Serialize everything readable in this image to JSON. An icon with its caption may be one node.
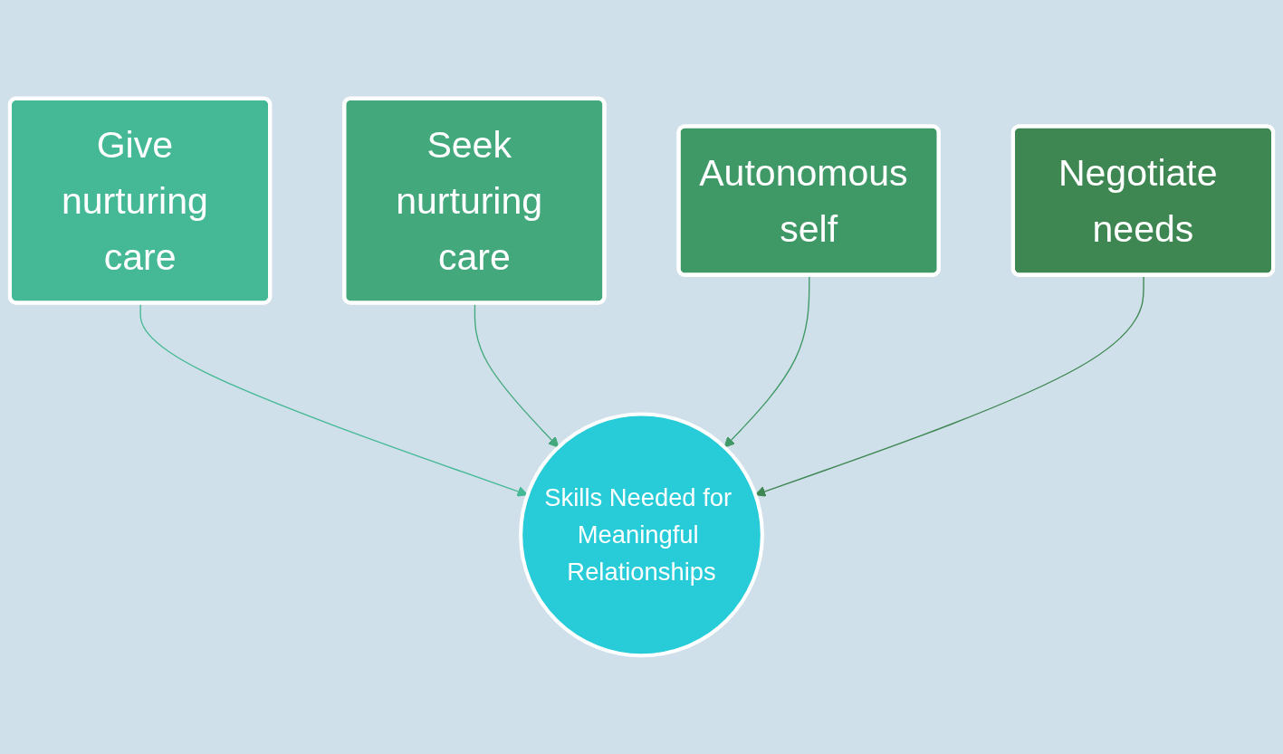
{
  "diagram": {
    "nodes": [
      {
        "text": [
          "Give nurturing care"
        ]
      },
      {
        "text": [
          "Seek nurturing care"
        ]
      },
      {
        "text": [
          "Autonomous self"
        ]
      },
      {
        "text": [
          "Negotiate needs"
        ]
      },
      {
        "text": [
          "Skills Needed for Meaningful Relationships"
        ]
      }
    ],
    "edges": [
      {
        "from": 0,
        "to": 4,
        "arrow": "to",
        "color": "#45b995"
      },
      {
        "from": 1,
        "to": 4,
        "arrow": "to",
        "color": "#43a97c"
      },
      {
        "from": 2,
        "to": 4,
        "arrow": "to",
        "color": "#3f9966"
      },
      {
        "from": 3,
        "to": 4,
        "arrow": "to",
        "color": "#3e8752"
      }
    ]
  }
}
